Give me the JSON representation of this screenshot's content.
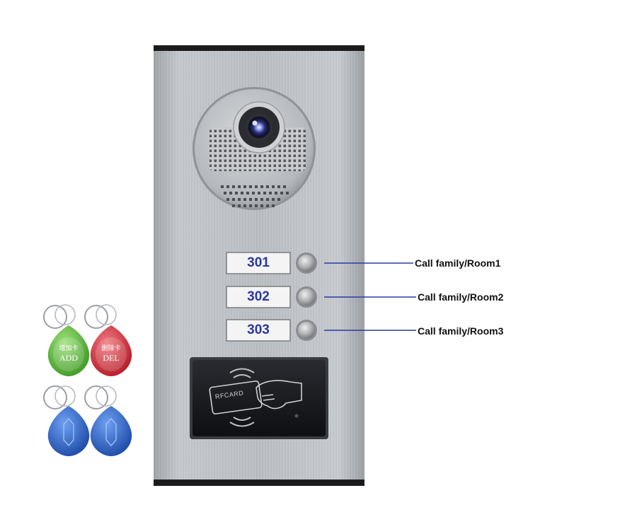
{
  "panel": {
    "rooms": [
      {
        "number": "301",
        "description": "Call family/Room1"
      },
      {
        "number": "302",
        "description": "Call family/Room2"
      },
      {
        "number": "303",
        "description": "Call family/Room3"
      }
    ],
    "card_reader": {
      "label": "RFCARD"
    }
  },
  "tags": {
    "add": {
      "top_label": "增加卡",
      "bottom_label": "ADD",
      "color": "#5fc23f"
    },
    "del": {
      "top_label": "删除卡",
      "bottom_label": "DEL",
      "color": "#d8323d"
    },
    "user_tag_color": "#2f63c4"
  },
  "colors": {
    "panel_metal": "#b9bcc0",
    "room_label_text": "#2b36a4",
    "connector_line": "#2a3aa8",
    "reader_face": "#141518"
  }
}
